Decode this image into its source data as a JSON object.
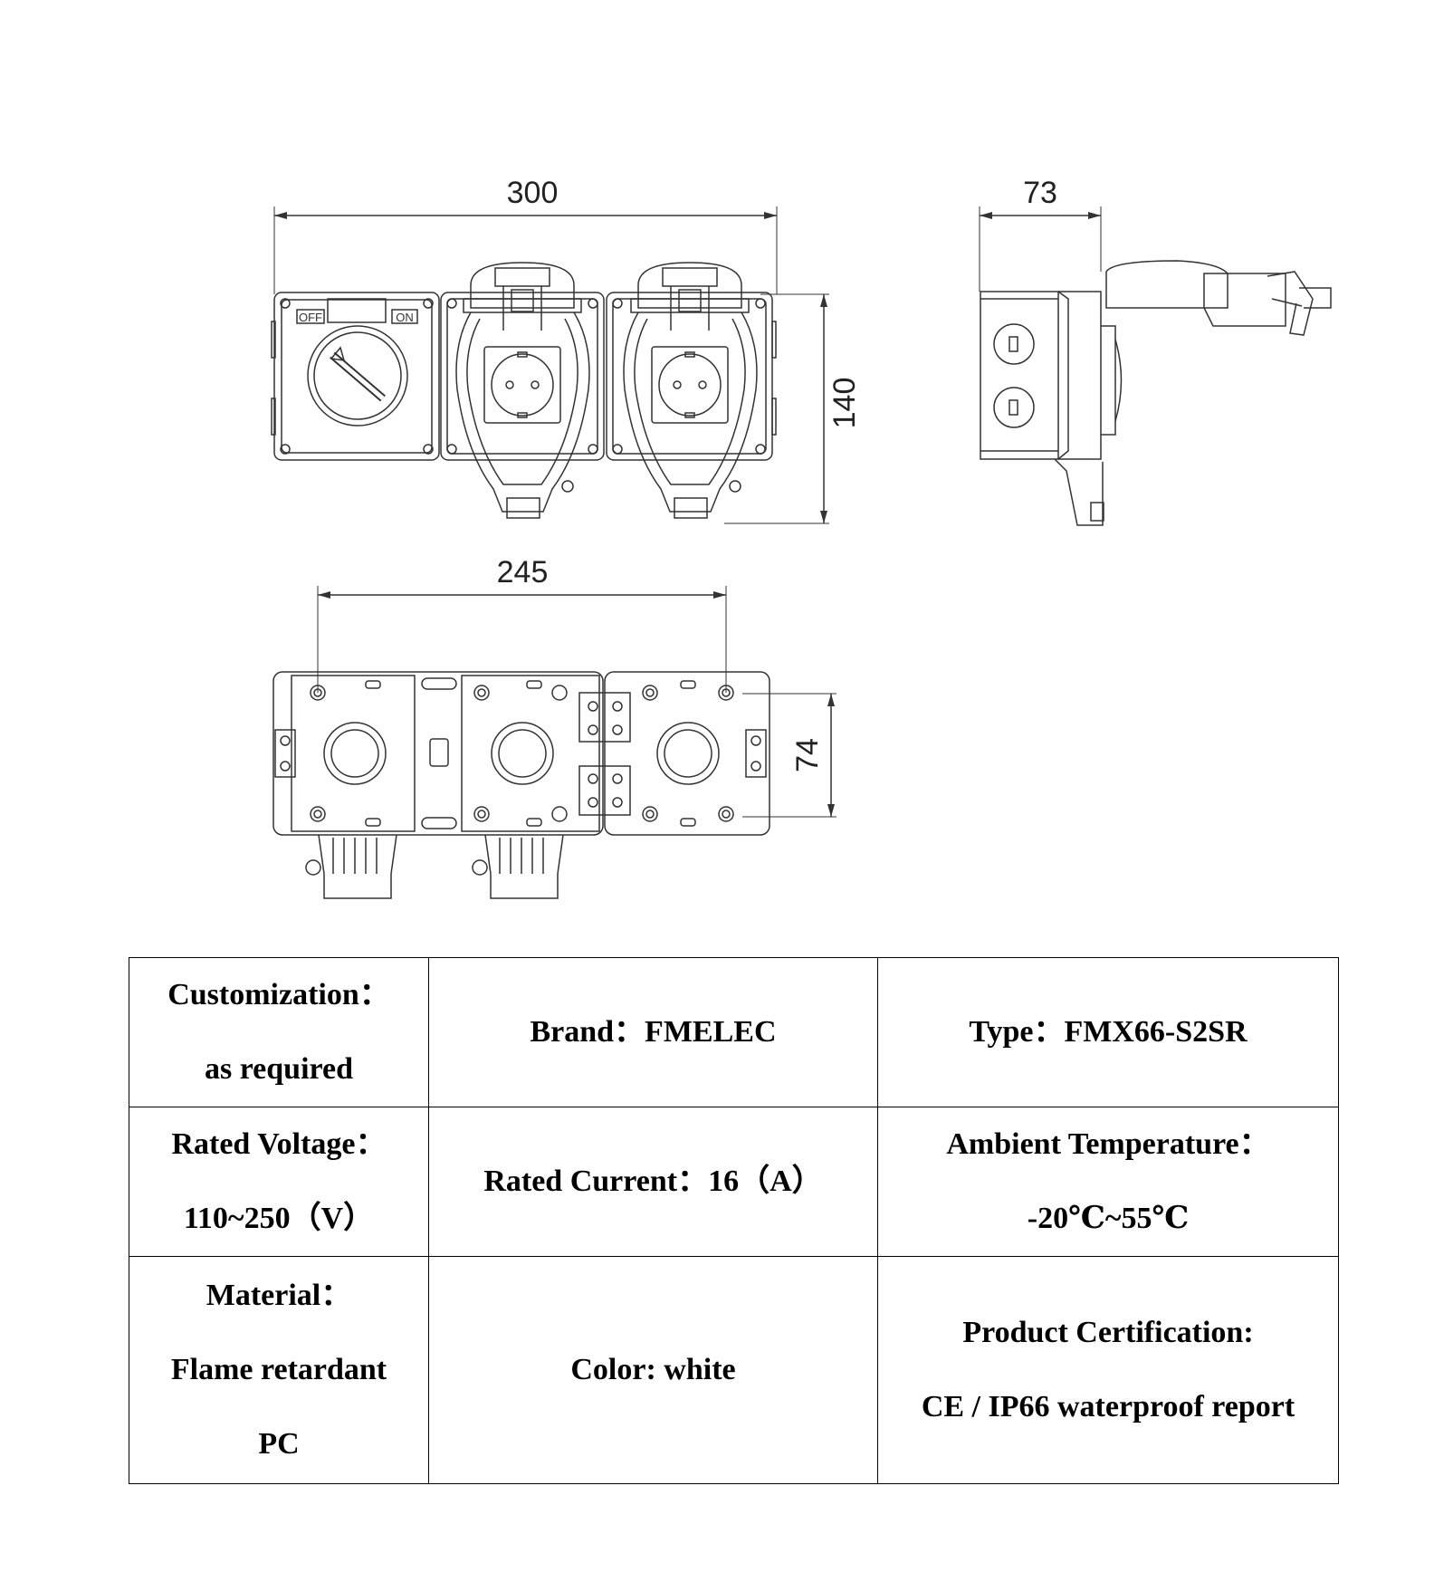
{
  "dimensions": {
    "front_width": "300",
    "front_height": "140",
    "side_depth": "73",
    "back_hole_spacing": "245",
    "back_height": "74"
  },
  "switch_labels": {
    "off": "OFF",
    "on": "ON"
  },
  "spec_table": {
    "row1": {
      "customization": [
        "Customization：",
        "as required"
      ],
      "brand": "Brand：FMELEC",
      "type": "Type：FMX66-S2SR"
    },
    "row2": {
      "voltage": [
        "Rated Voltage：",
        "110~250（V）"
      ],
      "current": "Rated Current：16（A）",
      "temperature": [
        "Ambient Temperature：",
        "-20℃~55℃"
      ]
    },
    "row3": {
      "material": [
        "Material：",
        "Flame retardant",
        "PC"
      ],
      "color": "Color: white",
      "certification": [
        "Product Certification:",
        "CE / IP66 waterproof report"
      ]
    }
  }
}
